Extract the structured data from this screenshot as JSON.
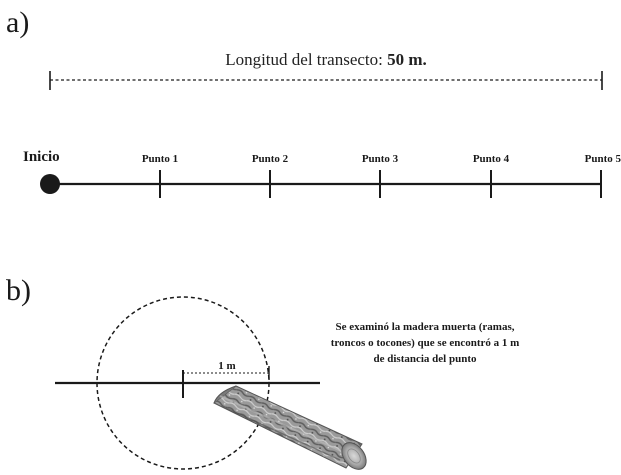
{
  "panel_a": {
    "label": "a)",
    "title_prefix": "Longitud del transecto: ",
    "title_value": "50 m.",
    "start_label": "Inicio",
    "points": [
      "Punto 1",
      "Punto 2",
      "Punto 3",
      "Punto 4",
      "Punto 5"
    ]
  },
  "panel_b": {
    "label": "b)",
    "radius_label": "1 m",
    "note_lines": [
      "Se examinó la madera muerta (ramas,",
      "troncos o tocones) que se encontró a 1 m",
      "de distancia del punto"
    ]
  },
  "colors": {
    "ink": "#1a1a1a",
    "log_bark": "#8d8d8d"
  }
}
